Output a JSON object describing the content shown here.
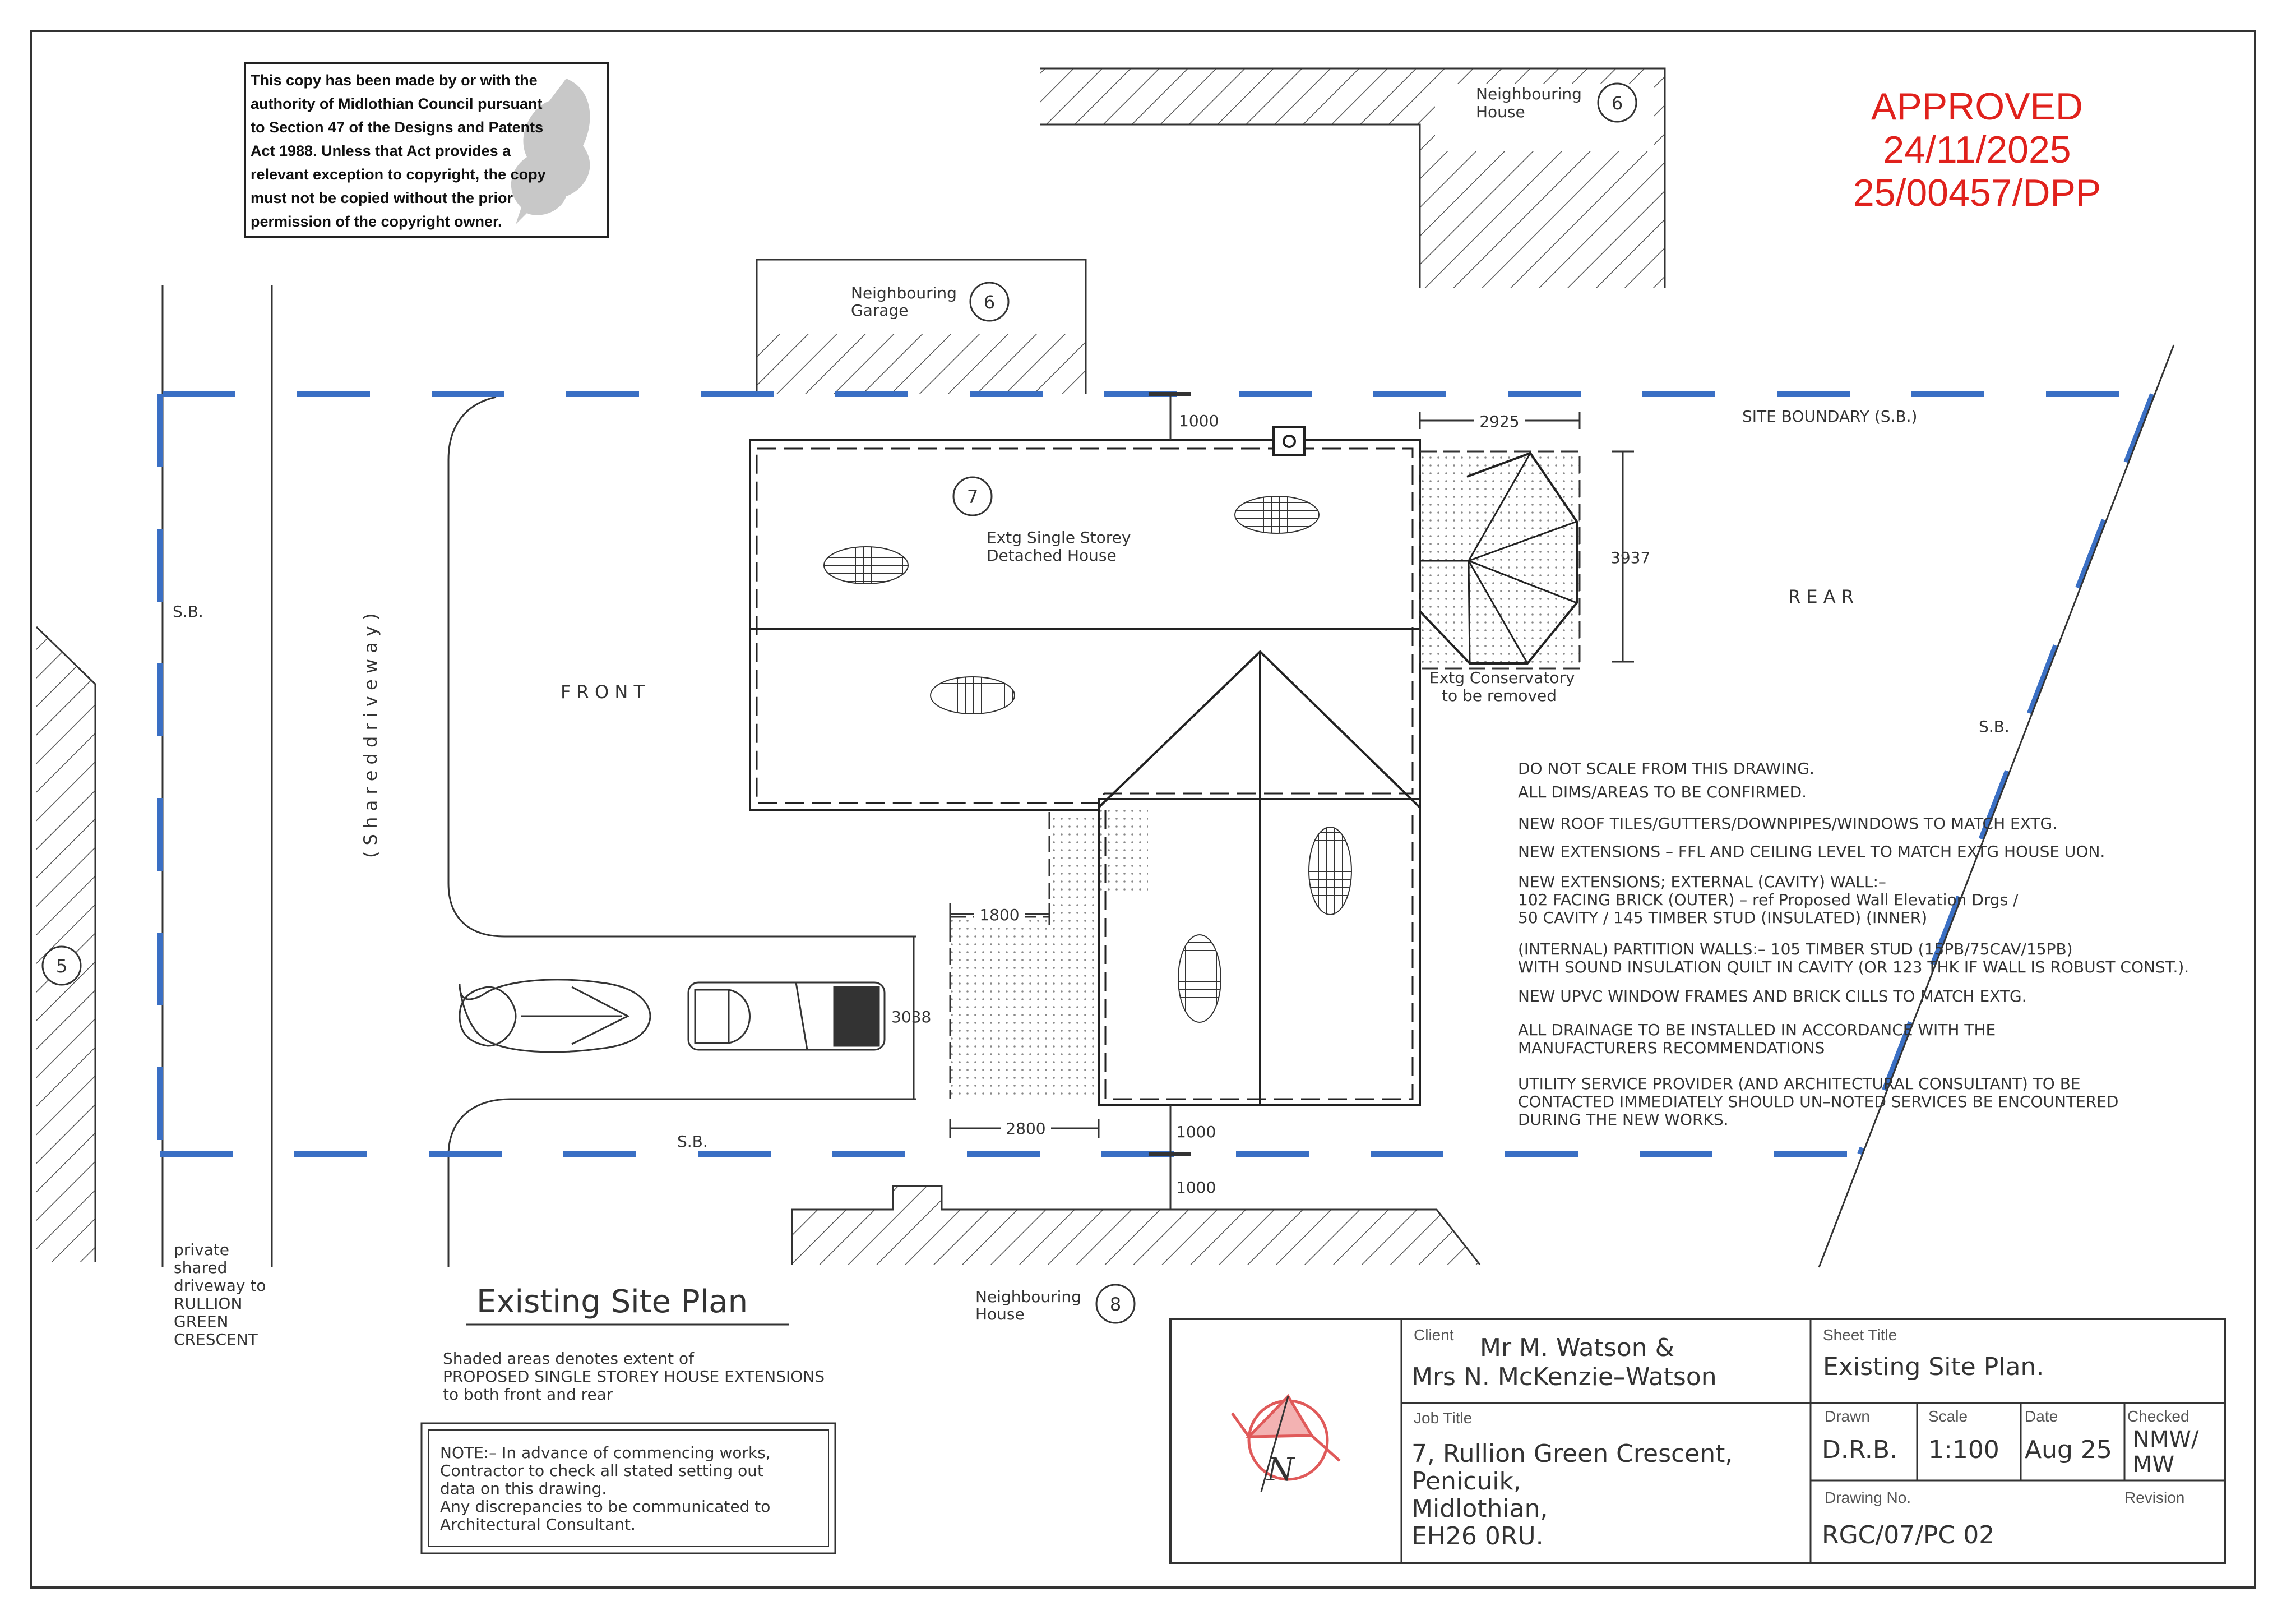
{
  "approval": {
    "status": "APPROVED",
    "date": "24/11/2025",
    "reference": "25/00457/DPP",
    "color": "#e0211c"
  },
  "copyright_notice": [
    "This copy has been made by or with the",
    "authority of Midlothian Council pursuant",
    "to Section 47 of the Designs and Patents",
    "Act 1988. Unless that Act provides a",
    "relevant exception to copyright, the copy",
    "must not be copied without the prior",
    "permission of the copyright owner."
  ],
  "labels": {
    "neighbouring_house_6": [
      "Neighbouring",
      "House"
    ],
    "num_6a": "6",
    "neighbouring_garage_6": [
      "Neighbouring",
      "Garage"
    ],
    "num_6b": "6",
    "neighbouring_house_8": [
      "Neighbouring",
      "House"
    ],
    "num_8": "8",
    "num_5": "5",
    "num_7": "7",
    "house": [
      "Extg Single Storey",
      "Detached House"
    ],
    "conservatory": [
      "Extg Conservatory",
      "to be removed"
    ],
    "front": "F R O N T",
    "rear": "R E A R",
    "shared_driveway": "( S h a r e d   d r i v e w a y )",
    "site_boundary": "SITE BOUNDARY (S.B.)",
    "sb_left": "S.B.",
    "sb_right": "S.B.",
    "sb_bottom": "S.B.",
    "private_driveway": [
      "private",
      "shared",
      "driveway  to",
      "RULLION",
      "GREEN",
      "CRESCENT"
    ]
  },
  "dimensions": {
    "top_gap": "1000",
    "conservatory_width": "2925",
    "conservatory_depth": "3937",
    "front_ext_width": "1800",
    "front_ext_depth": "3038",
    "front_ext_length": "2800",
    "bottom_gap_1": "1000",
    "bottom_gap_2": "1000"
  },
  "notes": {
    "line1": "DO  NOT  SCALE  FROM  THIS  DRAWING.",
    "line2": "ALL  DIMS/AREAS  TO  BE  CONFIRMED.",
    "line3": "NEW  ROOF  TILES/GUTTERS/DOWNPIPES/WINDOWS  TO  MATCH  EXTG.",
    "line4": "NEW  EXTENSIONS  –  FFL  AND  CEILING  LEVEL  TO  MATCH  EXTG  HOUSE  UON.",
    "line5": "NEW  EXTENSIONS;  EXTERNAL  (CAVITY)  WALL:–",
    "line6": "102  FACING  BRICK  (OUTER)  –  ref  Proposed  Wall  Elevation  Drgs  /",
    "line7": "50  CAVITY  /  145  TIMBER  STUD  (INSULATED)  (INNER)",
    "line8": "(INTERNAL)  PARTITION  WALLS:–  105  TIMBER  STUD  (15PB/75CAV/15PB)",
    "line9": "WITH  SOUND  INSULATION  QUILT  IN  CAVITY  (OR  123  THK  IF  WALL  IS  ROBUST  CONST.).",
    "line10": "NEW  UPVC  WINDOW  FRAMES  AND  BRICK  CILLS  TO  MATCH  EXTG.",
    "line11": "ALL  DRAINAGE  TO  BE  INSTALLED  IN  ACCORDANCE  WITH  THE",
    "line12": "MANUFACTURERS  RECOMMENDATIONS",
    "line13": "UTILITY  SERVICE  PROVIDER  (AND  ARCHITECTURAL  CONSULTANT)  TO  BE",
    "line14": "CONTACTED  IMMEDIATELY  SHOULD  UN–NOTED  SERVICES  BE  ENCOUNTERED",
    "line15": "DURING  THE  NEW  WORKS."
  },
  "plan_title": "Existing  Site  Plan",
  "shaded_note": [
    "Shaded  areas  denotes  extent  of",
    "PROPOSED  SINGLE  STOREY  HOUSE  EXTENSIONS",
    "to  both  front  and  rear"
  ],
  "commencing_note": [
    "NOTE:–  In  advance  of  commencing  works,",
    "Contractor  to  check  all  stated  setting  out",
    "data  on  this  drawing.",
    "Any  discrepancies  to  be  communicated  to",
    "Architectural  Consultant."
  ],
  "title_block": {
    "client_label": "Client",
    "client": [
      "Mr  M.  Watson  &",
      "Mrs  N.  McKenzie–Watson"
    ],
    "sheet_title_label": "Sheet Title",
    "sheet_title": "Existing  Site  Plan.",
    "job_title_label": "Job Title",
    "job_title": [
      "7,  Rullion  Green  Crescent,",
      "Penicuik,",
      "Midlothian,",
      "EH26  0RU."
    ],
    "drawn_label": "Drawn",
    "drawn": "D.R.B.",
    "scale_label": "Scale",
    "scale": "1:100",
    "date_label": "Date",
    "date": "Aug  25",
    "checked_label": "Checked",
    "checked": [
      "NMW/",
      "MW"
    ],
    "drawing_no_label": "Drawing No.",
    "drawing_no": "RGC/07/PC  02",
    "revision_label": "Revision",
    "north_label": "N"
  },
  "colors": {
    "line": "#2a2a2a",
    "boundary": "#3a6fc4",
    "north_arrow": "#e05a5a"
  }
}
